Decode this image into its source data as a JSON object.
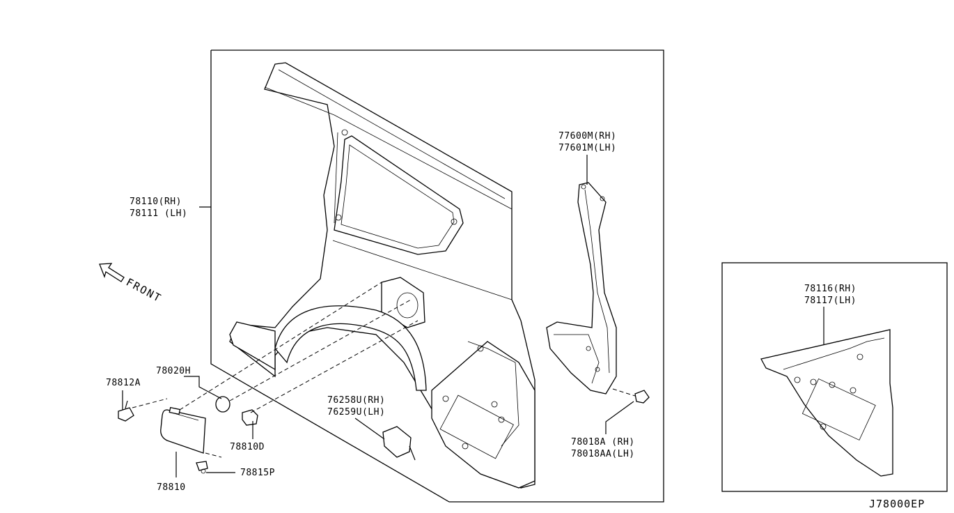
{
  "diagram": {
    "code": "J78000EP",
    "front_label": "FRONT",
    "parts": {
      "p78110": [
        "78110(RH)",
        "78111 (LH)"
      ],
      "p77600": [
        "77600M(RH)",
        "77601M(LH)"
      ],
      "p78116": [
        "78116(RH)",
        "78117(LH)"
      ],
      "p78020": "78020H",
      "p78812": "78812A",
      "p76258": [
        "76258U(RH)",
        "76259U(LH)"
      ],
      "p78810d": "78810D",
      "p78815": "78815P",
      "p78810": "78810",
      "p78018": [
        "78018A  (RH)",
        "78018AA(LH)"
      ]
    }
  }
}
